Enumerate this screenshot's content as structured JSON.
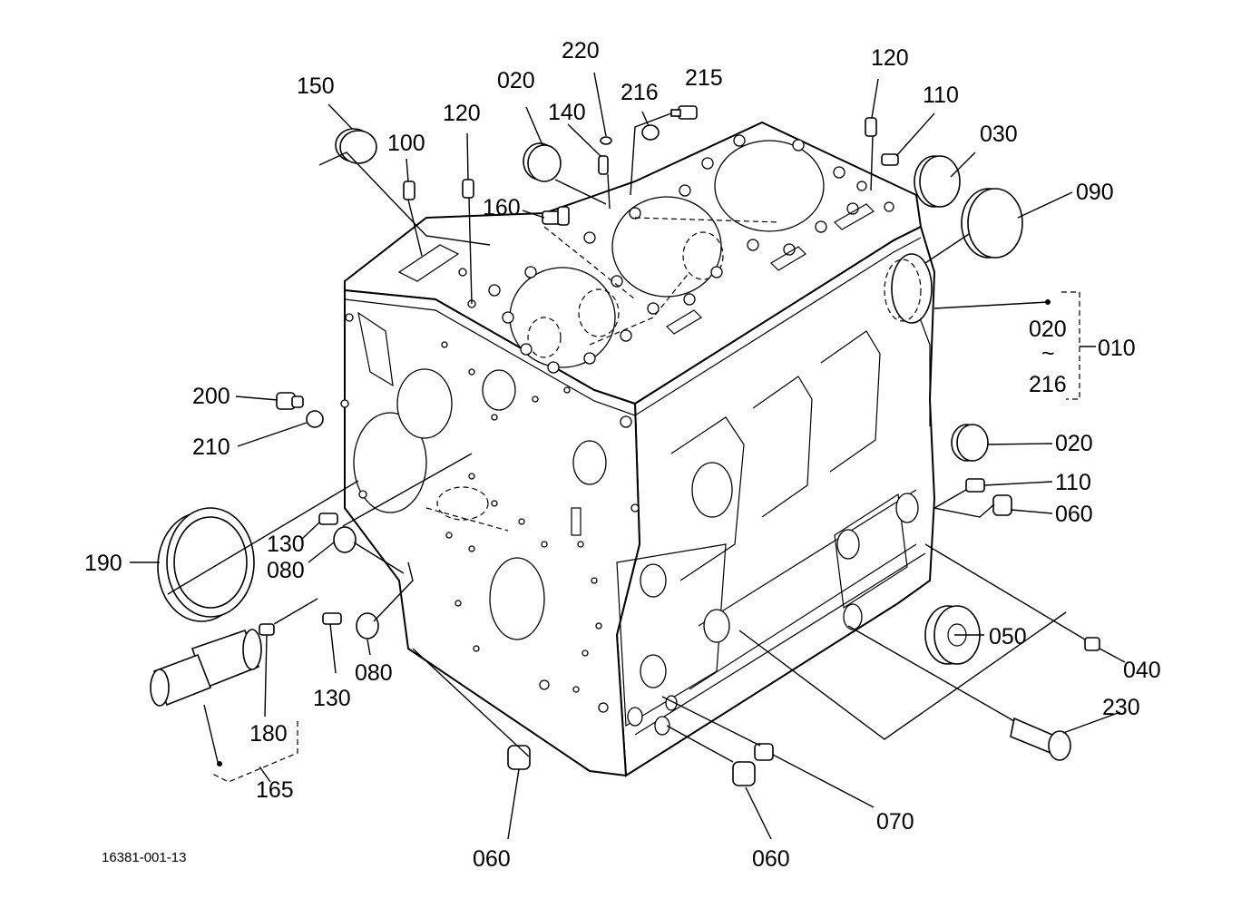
{
  "diagram": {
    "figure_number": "16381-001-13",
    "callouts": {
      "c150": "150",
      "c100": "100",
      "c120a": "120",
      "c020a": "020",
      "c220": "220",
      "c140": "140",
      "c216a": "216",
      "c215": "215",
      "c160": "160",
      "c120b": "120",
      "c110a": "110",
      "c030": "030",
      "c090": "090",
      "c020b": "020",
      "c010": "010",
      "c216b": "216",
      "c200": "200",
      "c210": "210",
      "c020c": "020",
      "c110b": "110",
      "c060a": "060",
      "c190": "190",
      "c130a": "130",
      "c080a": "080",
      "c050": "050",
      "c040": "040",
      "c080b": "080",
      "c130b": "130",
      "c180": "180",
      "c230": "230",
      "c165": "165",
      "c070": "070",
      "c060b": "060",
      "c060c": "060"
    }
  }
}
